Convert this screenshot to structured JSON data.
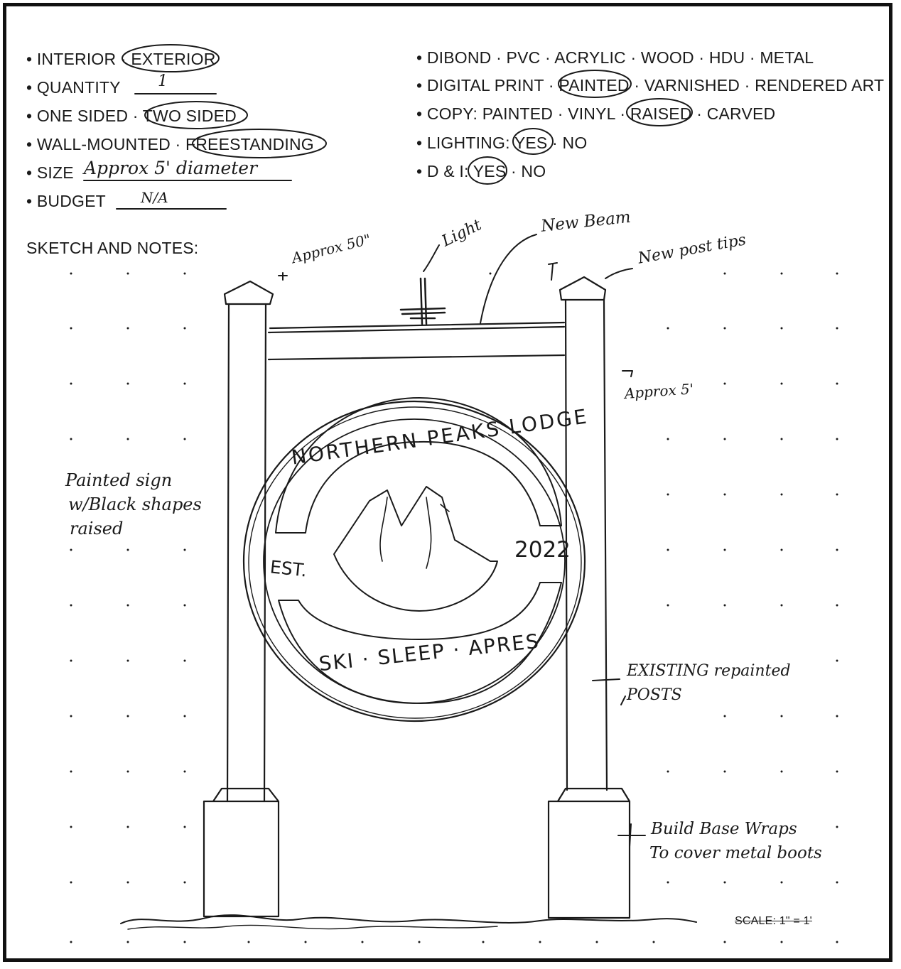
{
  "form": {
    "left": [
      {
        "label": "• INTERIOR · ",
        "circled": "EXTERIOR"
      },
      {
        "label": "• QUANTITY ",
        "value": "1"
      },
      {
        "label": "• ONE SIDED · ",
        "circled": "TWO SIDED"
      },
      {
        "label": "• WALL-MOUNTED · ",
        "circled": "FREESTANDING"
      },
      {
        "label": "• SIZE ",
        "value": "Approx 5' diameter"
      },
      {
        "label": "• BUDGET ",
        "value": "N/A"
      }
    ],
    "right": [
      {
        "text": "• DIBOND · PVC · ACRYLIC · WOOD · HDU · METAL"
      },
      {
        "before": "• DIGITAL PRINT · ",
        "circled": "PAINTED",
        "after": " · VARNISHED · RENDERED ART"
      },
      {
        "before": "• COPY: PAINTED · VINYL · ",
        "circled": "RAISED",
        "after": " · CARVED"
      },
      {
        "before": "• LIGHTING: ",
        "circled": "YES",
        "after": " · NO"
      },
      {
        "before": "• D & I: ",
        "circled": "YES",
        "after": " · NO"
      }
    ],
    "sketch_heading": "SKETCH AND NOTES:"
  },
  "notes": {
    "approx_50": "Approx 50\"",
    "light": "Light",
    "new_beam": "New Beam",
    "new_post_tips": "New post tips",
    "approx_5": "Approx 5'",
    "painted_sign_1": "Painted sign",
    "painted_sign_2": "w/Black shapes",
    "painted_sign_3": "raised",
    "existing_1": "EXISTING repainted",
    "existing_2": "POSTS",
    "base_1": "Build Base Wraps",
    "base_2": "To cover metal boots",
    "scale": "SCALE: 1\" = 1'"
  },
  "sign": {
    "top_arc": "NORTHERN PEAKS LODGE",
    "est": "EST.",
    "year": "2022",
    "bottom_arc": "SKI · SLEEP · APRES"
  }
}
